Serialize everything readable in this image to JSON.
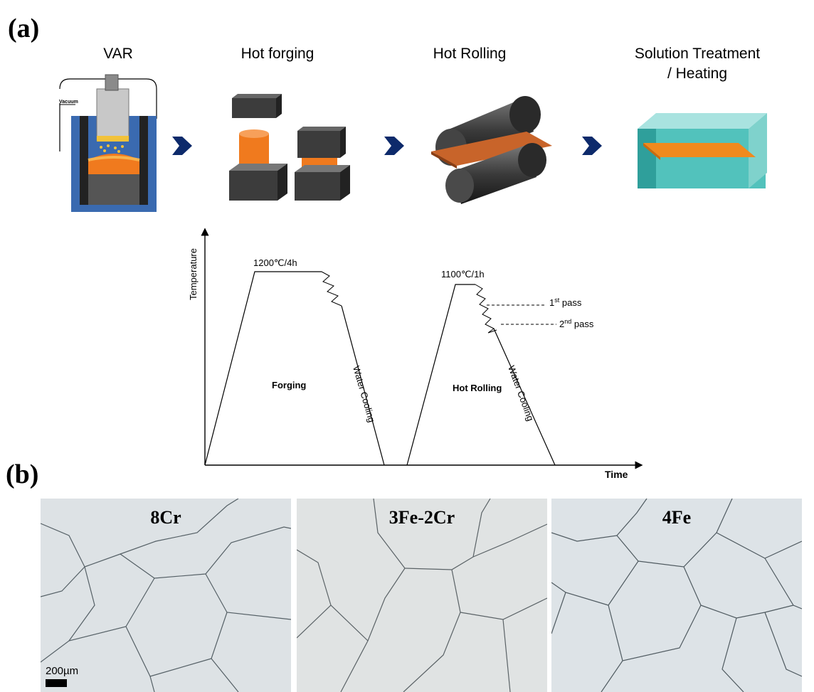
{
  "panel_a": {
    "label": "(a)"
  },
  "panel_b": {
    "label": "(b)"
  },
  "process_steps": [
    {
      "title": "VAR",
      "sub_label": "Vacuum"
    },
    {
      "title": "Hot forging"
    },
    {
      "title": "Hot Rolling"
    },
    {
      "title": "Solution Treatment",
      "title_line2": "/ Heating"
    }
  ],
  "diagram": {
    "ylabel": "Temperature",
    "xlabel": "Time",
    "stages": [
      {
        "hold": "1200℃/4h",
        "name": "Forging",
        "cooling": "Water Cooling"
      },
      {
        "hold": "1100℃/1h",
        "name": "Hot Rolling",
        "cooling": "Water Cooling"
      }
    ],
    "passes": [
      {
        "base": "1",
        "sup": "st",
        "rest": " pass"
      },
      {
        "base": "2",
        "sup": "nd",
        "rest": " pass"
      }
    ]
  },
  "micrographs": [
    {
      "label": "8Cr"
    },
    {
      "label": "3Fe-2Cr"
    },
    {
      "label": "4Fe"
    }
  ],
  "scale_bar": {
    "label": "200µm"
  },
  "colors": {
    "arrow": "#0d2a6b",
    "steel": "#3c3c3c",
    "hot_metal": "#f07a1e",
    "crucible_blue": "#3a6ab0",
    "furnace": "#3fb7b2",
    "micrograph_bg": "#dfe3e6"
  }
}
